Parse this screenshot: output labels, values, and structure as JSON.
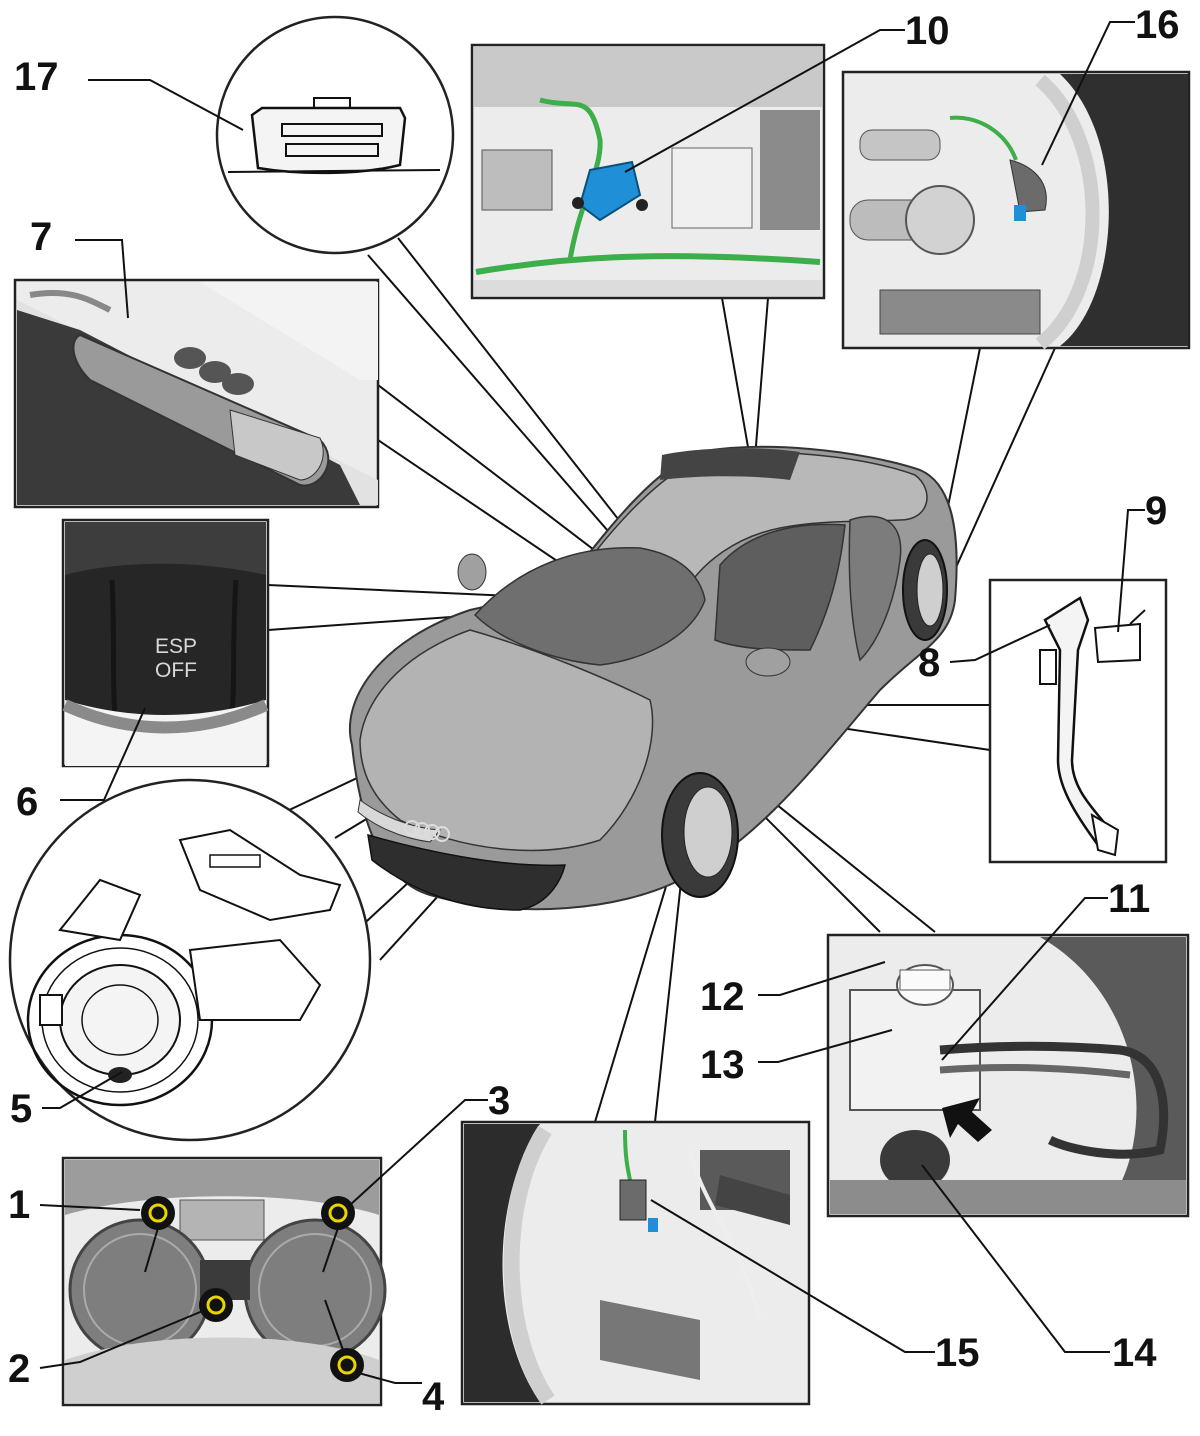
{
  "callouts": [
    {
      "id": "c1",
      "label": "1"
    },
    {
      "id": "c2",
      "label": "2"
    },
    {
      "id": "c3",
      "label": "3"
    },
    {
      "id": "c4",
      "label": "4"
    },
    {
      "id": "c5",
      "label": "5"
    },
    {
      "id": "c6",
      "label": "6"
    },
    {
      "id": "c7",
      "label": "7"
    },
    {
      "id": "c8",
      "label": "8"
    },
    {
      "id": "c9",
      "label": "9"
    },
    {
      "id": "c10",
      "label": "10"
    },
    {
      "id": "c11",
      "label": "11"
    },
    {
      "id": "c12",
      "label": "12"
    },
    {
      "id": "c13",
      "label": "13"
    },
    {
      "id": "c14",
      "label": "14"
    },
    {
      "id": "c15",
      "label": "15"
    },
    {
      "id": "c16",
      "label": "16"
    },
    {
      "id": "c17",
      "label": "17"
    }
  ],
  "esp_button": {
    "line1": "ESP",
    "line2": "OFF"
  },
  "colors": {
    "sensor_blue": "#1f8fd8",
    "wire_green": "#3cae4a",
    "warning_yellow": "#e8d400",
    "car_body": "#a9a9a9",
    "outline": "#111111"
  }
}
